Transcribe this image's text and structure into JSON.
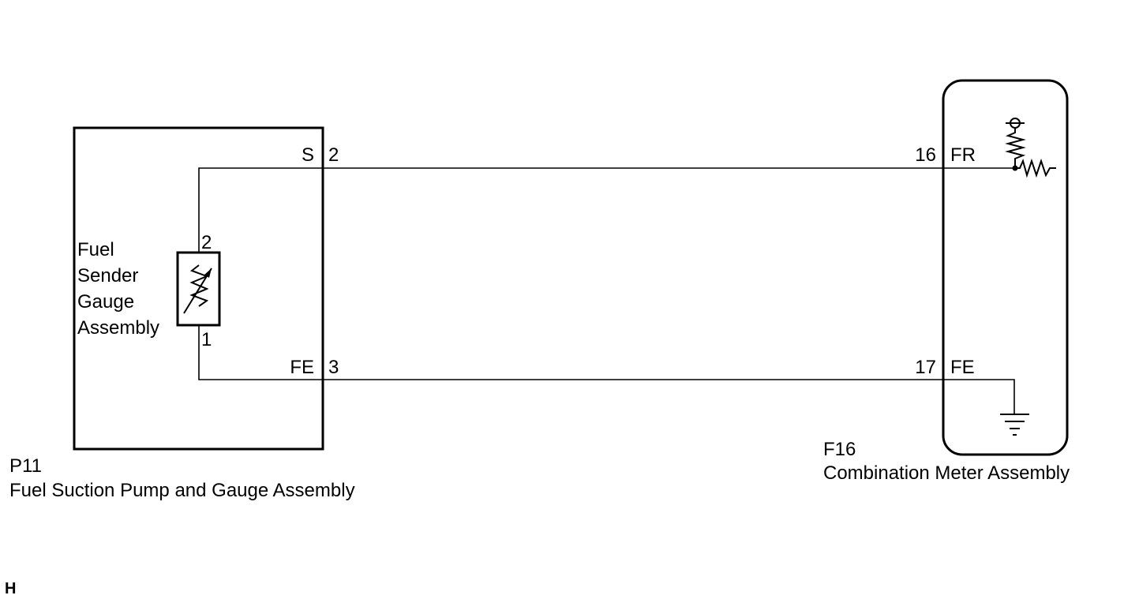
{
  "components": {
    "pump": {
      "code": "P11",
      "name": "Fuel Suction Pump and Gauge Assembly",
      "terminals": {
        "s_name": "S",
        "s_pin": "2",
        "fe_name": "FE",
        "fe_pin": "3"
      },
      "sender": {
        "label_lines": [
          "Fuel",
          "Sender",
          "Gauge",
          "Assembly"
        ],
        "pin_top": "2",
        "pin_bottom": "1"
      }
    },
    "meter": {
      "code": "F16",
      "name": "Combination Meter Assembly",
      "terminals": {
        "fr_pin": "16",
        "fr_name": "FR",
        "fe_pin": "17",
        "fe_name": "FE"
      }
    }
  },
  "corner_code": "H",
  "icons": {
    "sender_symbol": "variable-resistor-icon",
    "meter_resistor": "resistor-icon",
    "ground": "ground-icon",
    "power_terminal": "power-terminal-icon"
  }
}
